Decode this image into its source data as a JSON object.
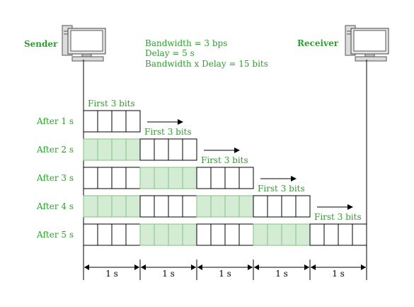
{
  "sender_label": "Sender",
  "receiver_label": "Receiver",
  "info": {
    "line1": "Bandwidth = 3 bps",
    "line2": "Delay = 5 s",
    "line3": "Bandwidth x Delay = 15 bits"
  },
  "rows": [
    {
      "label": "After 1 s",
      "filled_blocks": [
        false,
        false,
        false,
        false,
        false
      ]
    },
    {
      "label": "After 2 s",
      "filled_blocks": [
        true,
        false,
        false,
        false,
        false
      ]
    },
    {
      "label": "After 3 s",
      "filled_blocks": [
        false,
        true,
        false,
        false,
        false
      ]
    },
    {
      "label": "After 4 s",
      "filled_blocks": [
        true,
        false,
        true,
        false,
        false
      ]
    },
    {
      "label": "After 5 s",
      "filled_blocks": [
        false,
        true,
        false,
        true,
        false
      ]
    }
  ],
  "bits_labels": [
    "First 3 bits",
    "First 3 bits",
    "First 3 bits",
    "First 3 bits",
    "First 3 bits"
  ],
  "time_labels": [
    "1 s",
    "1 s",
    "1 s",
    "1 s",
    "1 s"
  ],
  "colors": {
    "green_text": "#2e9e2e",
    "fill": "#d5ecd4",
    "fill_stroke": "#82c082"
  }
}
